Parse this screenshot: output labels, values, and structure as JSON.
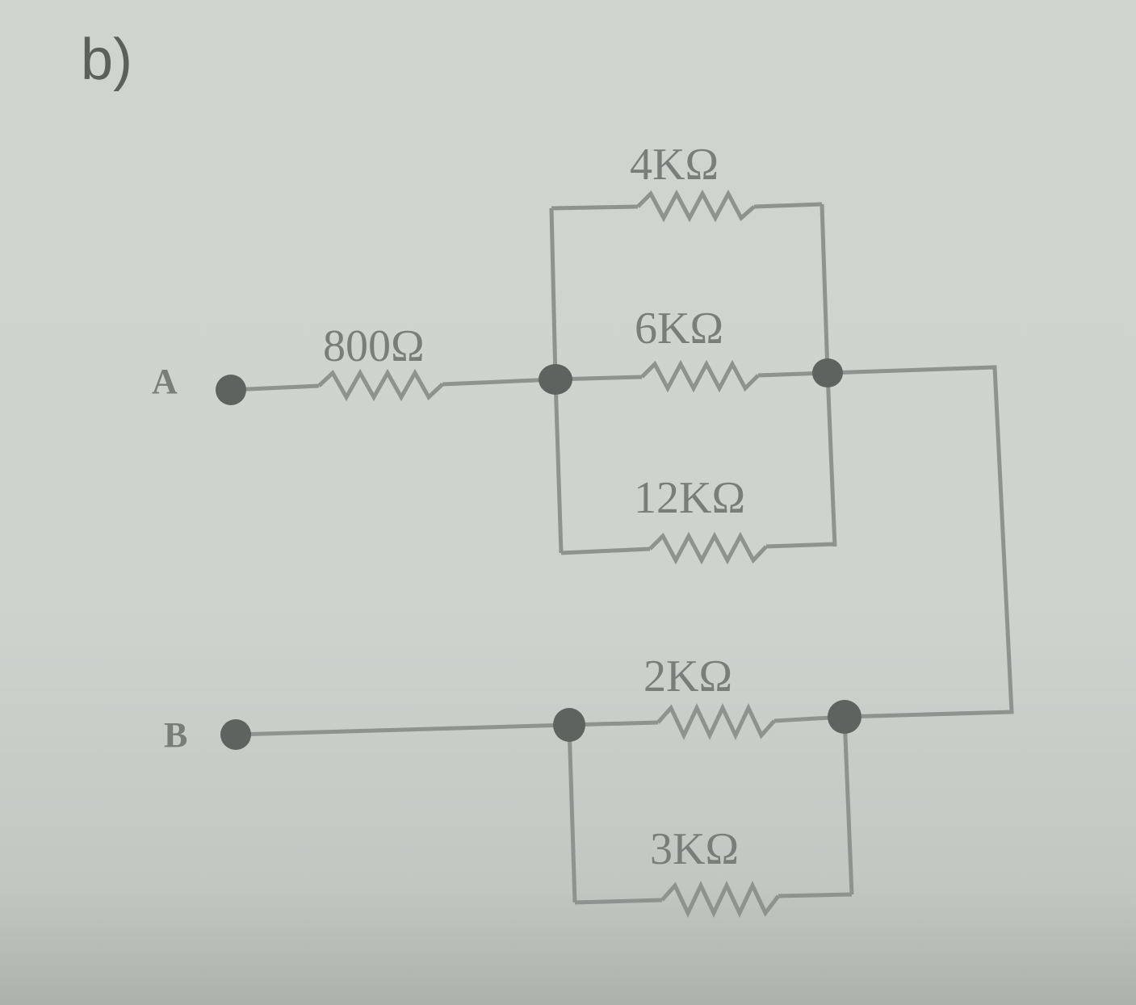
{
  "figure": {
    "part_label": "b)",
    "terminals": {
      "a": "A",
      "b": "B"
    },
    "resistors": {
      "r_series": "800Ω",
      "r_top": "4KΩ",
      "r_mid": "6KΩ",
      "r_bottom": "12KΩ",
      "r_lower_top": "2KΩ",
      "r_lower_bottom": "3KΩ"
    },
    "colors": {
      "background": "#cfd3ce",
      "wire": "#8f938f",
      "node": "#5f635f",
      "text": "#7a7e7a"
    }
  }
}
